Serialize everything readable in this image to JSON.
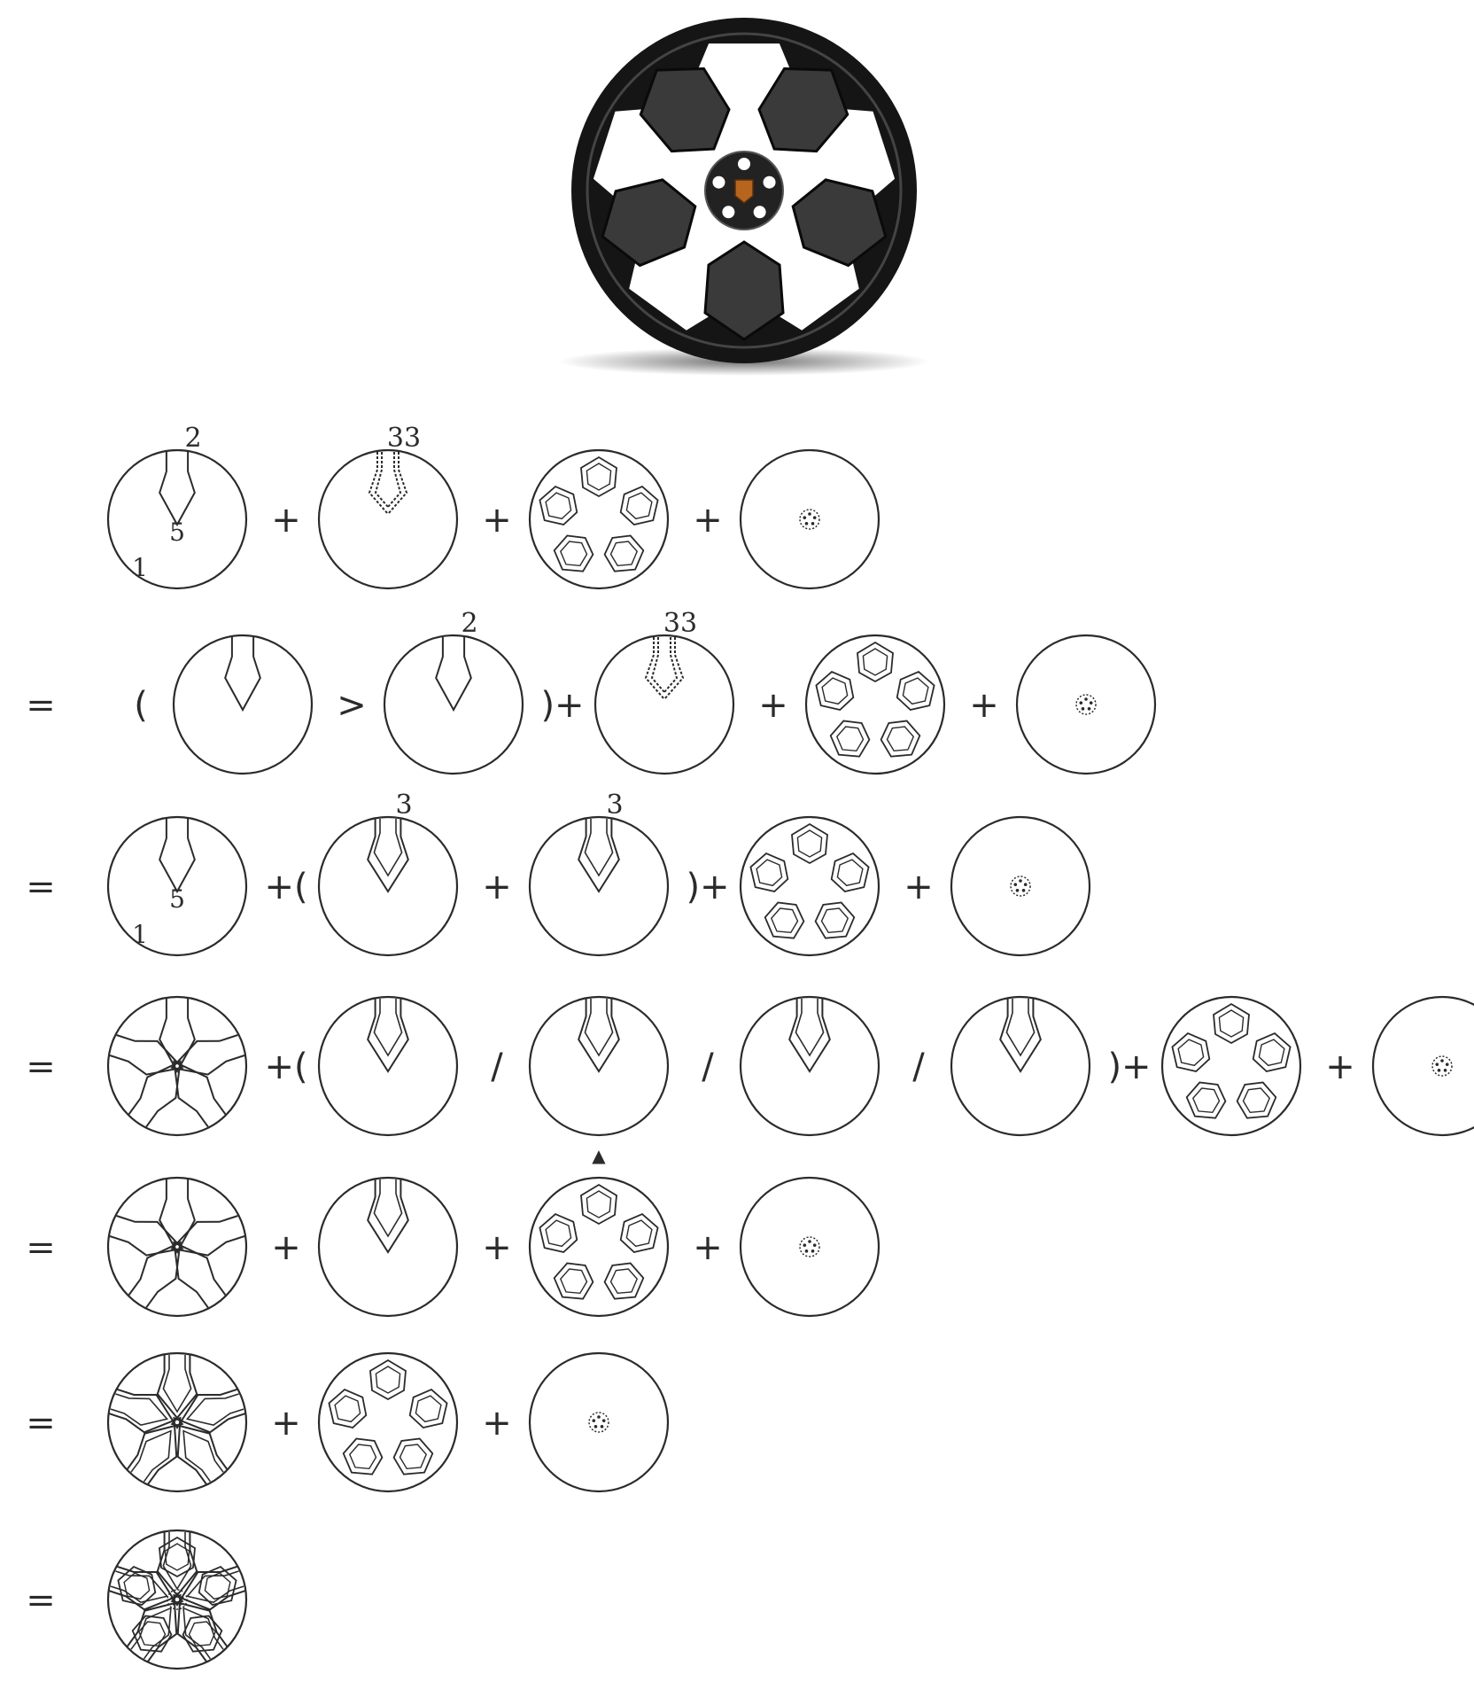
{
  "colors": {
    "ink": "#2b2b2b",
    "wheel_dark": "#151515",
    "wheel_mid": "#3a3a3a",
    "badge": "#b5651d",
    "background": "#ffffff"
  },
  "rows": [
    {
      "lead": "",
      "items": [
        {
          "kind": "circle",
          "motif": "spokeSingle",
          "labels": {
            "top": "2",
            "center": "5",
            "corner": "1"
          }
        },
        {
          "kind": "op",
          "text": "+"
        },
        {
          "kind": "circle",
          "motif": "spokeSingleHatched",
          "labels": {
            "top": "33"
          }
        },
        {
          "kind": "op",
          "text": "+"
        },
        {
          "kind": "circle",
          "motif": "fivePockets"
        },
        {
          "kind": "op",
          "text": "+"
        },
        {
          "kind": "circle",
          "motif": "hub"
        }
      ]
    },
    {
      "lead": "=",
      "items": [
        {
          "kind": "op",
          "text": "("
        },
        {
          "kind": "circle",
          "motif": "spokeSingle"
        },
        {
          "kind": "op",
          "text": ">"
        },
        {
          "kind": "circle",
          "motif": "spokeSingle",
          "labels": {
            "top": "2"
          }
        },
        {
          "kind": "op",
          "text": ")+"
        },
        {
          "kind": "circle",
          "motif": "spokeSingleHatched",
          "labels": {
            "top": "33"
          }
        },
        {
          "kind": "op",
          "text": "+"
        },
        {
          "kind": "circle",
          "motif": "fivePockets"
        },
        {
          "kind": "op",
          "text": "+"
        },
        {
          "kind": "circle",
          "motif": "hub"
        }
      ]
    },
    {
      "lead": "=",
      "items": [
        {
          "kind": "circle",
          "motif": "spokeSingle",
          "labels": {
            "center": "5",
            "corner": "1"
          }
        },
        {
          "kind": "op",
          "text": "+("
        },
        {
          "kind": "circle",
          "motif": "spokeDouble",
          "labels": {
            "top": "3"
          }
        },
        {
          "kind": "op",
          "text": "+"
        },
        {
          "kind": "circle",
          "motif": "spokeDouble",
          "labels": {
            "top": "3"
          }
        },
        {
          "kind": "op",
          "text": ")+"
        },
        {
          "kind": "circle",
          "motif": "fivePockets"
        },
        {
          "kind": "op",
          "text": "+"
        },
        {
          "kind": "circle",
          "motif": "hub"
        }
      ]
    },
    {
      "lead": "=",
      "items": [
        {
          "kind": "circle",
          "motif": "fiveSpokes"
        },
        {
          "kind": "op",
          "text": "+("
        },
        {
          "kind": "circle",
          "motif": "spokeDouble"
        },
        {
          "kind": "op",
          "text": "/"
        },
        {
          "kind": "circle",
          "motif": "spokeDouble",
          "marker": "▲"
        },
        {
          "kind": "op",
          "text": "/"
        },
        {
          "kind": "circle",
          "motif": "spokeDouble"
        },
        {
          "kind": "op",
          "text": "/"
        },
        {
          "kind": "circle",
          "motif": "spokeDouble"
        },
        {
          "kind": "op",
          "text": ")+"
        },
        {
          "kind": "circle",
          "motif": "fivePockets"
        },
        {
          "kind": "op",
          "text": "+"
        },
        {
          "kind": "circle",
          "motif": "hub"
        }
      ]
    },
    {
      "lead": "=",
      "items": [
        {
          "kind": "circle",
          "motif": "fiveSpokes"
        },
        {
          "kind": "op",
          "text": "+"
        },
        {
          "kind": "circle",
          "motif": "spokeDouble"
        },
        {
          "kind": "op",
          "text": "+"
        },
        {
          "kind": "circle",
          "motif": "fivePockets"
        },
        {
          "kind": "op",
          "text": "+"
        },
        {
          "kind": "circle",
          "motif": "hub"
        }
      ]
    },
    {
      "lead": "=",
      "items": [
        {
          "kind": "circle",
          "motif": "fiveSpokesDouble"
        },
        {
          "kind": "op",
          "text": "+"
        },
        {
          "kind": "circle",
          "motif": "fivePockets"
        },
        {
          "kind": "op",
          "text": "+"
        },
        {
          "kind": "circle",
          "motif": "hub"
        }
      ]
    },
    {
      "lead": "=",
      "items": [
        {
          "kind": "circle",
          "motif": "full"
        }
      ]
    }
  ]
}
